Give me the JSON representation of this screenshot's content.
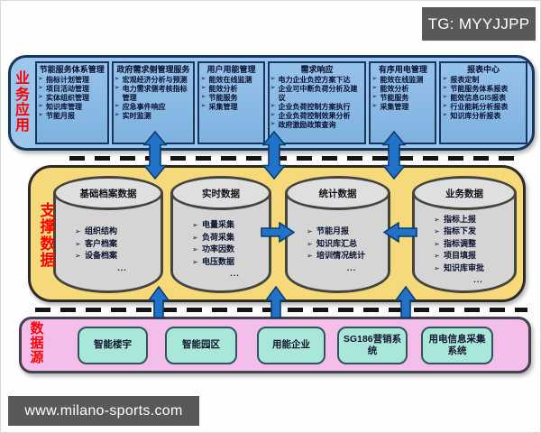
{
  "watermark_tg": "TG: MYYJJPP",
  "watermark_site": "www.milano-sports.com",
  "bullet_glyph": "➢",
  "layers": {
    "business": {
      "label": "业务应用",
      "modules": [
        {
          "title": "节能服务体系管理",
          "items": [
            "指标计划管理",
            "项目活动管理",
            "实体组织管理",
            "知识库管理",
            "节能月报"
          ]
        },
        {
          "title": "政府需求侧管理服务",
          "items": [
            "宏观经济分析与预测",
            "电力需求侧考核指标管理",
            "应急事件响应",
            "实时监测"
          ]
        },
        {
          "title": "用户用能管理",
          "items": [
            "能效在线监测",
            "能效分析",
            "节能服务",
            "采集管理"
          ]
        },
        {
          "title": "需求响应",
          "items": [
            "电力企业负控方案下达",
            "企业可中断负荷分析及建议",
            "企业负荷控制方案执行",
            "企业负荷控制效果分析",
            "政府激励政策查询"
          ]
        },
        {
          "title": "有序用电管理",
          "items": [
            "能效在线监测",
            "能效分析",
            "节能服务",
            "采集管理"
          ]
        },
        {
          "title": "报表中心",
          "items": [
            "报表定制",
            "节能服务体系报表",
            "能效信息GIS报表",
            "行业能耗分析报表",
            "知识库分析报表"
          ]
        }
      ]
    },
    "support": {
      "label": "支撑数据",
      "databases": [
        {
          "title": "基础档案数据",
          "items": [
            "组织结构",
            "客户档案",
            "设备档案",
            "..."
          ]
        },
        {
          "title": "实时数据",
          "items": [
            "电量采集",
            "负荷采集",
            "功率因数",
            "电压数据",
            "..."
          ]
        },
        {
          "title": "统计数据",
          "items": [
            "节能月报",
            "知识库汇总",
            "培训情况统计",
            "..."
          ]
        },
        {
          "title": "业务数据",
          "items": [
            "指标上报",
            "指标下发",
            "指标调整",
            "项目填报",
            "知识库审批",
            "..."
          ]
        }
      ]
    },
    "source": {
      "label": "数据源",
      "systems": [
        "智能楼宇",
        "智能园区",
        "用能企业",
        "SG186营销系统",
        "用电信息采集系统"
      ]
    }
  },
  "colors": {
    "business_layer_bg": "#9DC6EC",
    "module_bg": "#8FBCE6",
    "support_layer_bg": "#F6D97A",
    "source_layer_bg": "#F3BFEA",
    "system_box_bg": "#A9E7DA",
    "cylinder_bg": "#D5D5D5",
    "arrow_blue": "#2173C8",
    "layer_label_red": "#FE0000",
    "watermark_bg": "#58595B"
  }
}
